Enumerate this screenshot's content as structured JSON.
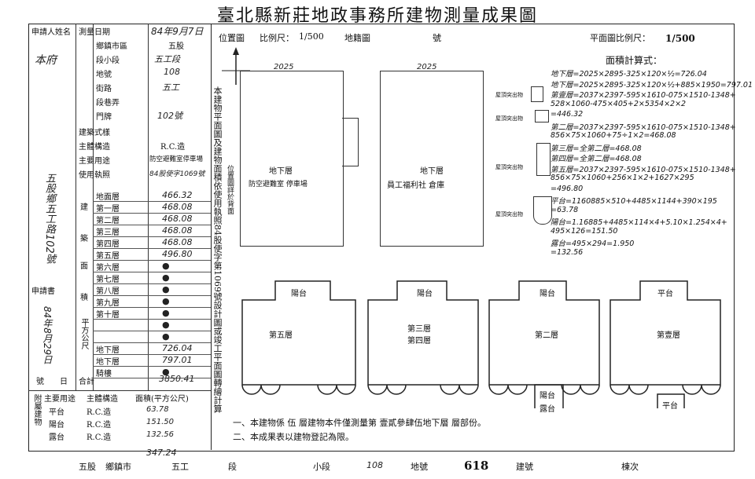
{
  "title": "臺北縣新莊地政事務所建物測量成果圖",
  "header": {
    "position_map": "位置圖",
    "scale_label": "比例尺：",
    "scale_value": "1/500",
    "cadastral": "地籍圖",
    "number": "號",
    "floor_scale_label": "平面圖比例尺：",
    "floor_scale_value": "1/500",
    "area_calc_title": "面積計算式："
  },
  "form": {
    "applicant_label": "申請人姓名",
    "applicant_value": "本府",
    "survey_date_label": "測量日期",
    "survey_date_value": "84年9月7日",
    "township_label": "鄉鎮市區",
    "township_value": "五股",
    "section_label": "段小段",
    "section_value": "五工段",
    "lot_label": "地號",
    "lot_value": "108",
    "street_label": "街路",
    "street_value": "五工",
    "lane_label": "段巷弄",
    "door_label": "門牌",
    "door_value": "102號",
    "construction_label": "建築式樣",
    "structure_label": "主體構造",
    "structure_value": "R.C.造",
    "use_label": "主要用途",
    "use_value": "防空避難室停車場",
    "license_label": "使用執照",
    "license_value": "84股使字1069號",
    "address_value": "五股鄉五工路102號",
    "floors": [
      {
        "name": "地面層",
        "value": "466.32"
      },
      {
        "name": "第一層",
        "value": "468.08"
      },
      {
        "name": "第二層",
        "value": "468.08"
      },
      {
        "name": "第三層",
        "value": "468.08"
      },
      {
        "name": "第四層",
        "value": "468.08"
      },
      {
        "name": "第五層",
        "value": "496.80"
      },
      {
        "name": "第六層",
        "value": "●"
      },
      {
        "name": "第七層",
        "value": "●"
      },
      {
        "name": "第八層",
        "value": "●"
      },
      {
        "name": "第九層",
        "value": "●"
      },
      {
        "name": "第十層",
        "value": "●"
      },
      {
        "name": "",
        "value": "●"
      },
      {
        "name": "",
        "value": "●"
      },
      {
        "name": "地下層",
        "value": "726.04"
      },
      {
        "name": "地下層",
        "value": "797.01"
      },
      {
        "name": "騎樓",
        "value": "●"
      }
    ],
    "total_label": "合計",
    "total_value": "3850.41",
    "apply_label": "申請書",
    "apply_date": "84年8月29日",
    "sub_headers": [
      "主要用途",
      "主體構造",
      "面積(平方公尺)"
    ],
    "attached": [
      {
        "use": "平台",
        "struct": "R.C.造",
        "area": "63.78"
      },
      {
        "use": "陽台",
        "struct": "R.C.造",
        "area": "151.50"
      },
      {
        "use": "露台",
        "struct": "R.C.造",
        "area": "132.56"
      }
    ],
    "attached_total": "347.24",
    "vertical_labels": {
      "building": "建",
      "building2": "築",
      "area": "面",
      "area2": "積",
      "unit": "平方公尺",
      "attached": "附屬建物",
      "number": "號",
      "day": "日"
    }
  },
  "side_note": "本建物平面圖及建物面積依使用執照84股使字第1069號設計圖或竣工平面圖轉繪計算",
  "plans": {
    "basement_left": "地下層",
    "basement_left_sub": "防空避難室 停車場",
    "basement_right": "地下層",
    "basement_right_sub": "員工福利社 倉庫",
    "position_note": "位置圖詳於背面",
    "dim_top_left": "2025",
    "dim_top_right": "2025",
    "floor5": "第五層",
    "floor34": "第三層 第四層",
    "floor2": "第二層",
    "floor1": "第壹層",
    "balcony": "陽台",
    "platform": "平台",
    "terrace": "露台"
  },
  "calc_lines": [
    "地下層=2025×2895-325×120×½=726.04",
    "地下層=2025×2895-325×120×½+885×1950=797.01",
    "第壹層=2037×2397-595×1610-075×1510-1348+",
    "      528×1060-475×405+2×5354×2×2",
    "      =446.32",
    "第二層=2037×2397-595×1610-075×1510-1348+",
    "      856×75×1060+75÷1×2=468.08",
    "第三層=全第二層=468.08",
    "第四層=全第二層=468.08",
    "第五層=2037×2397-595×1610-075×1510-1348+",
    "      856×75×1060+256×1×2+1627×295",
    "      =496.80",
    "平台=1160885×510+4485×1144+390×195",
    "      =63.78",
    "陽台=1.16885+4485×114×4+5.10×1.254×4+",
    "      495×126=151.50",
    "露台=495×294=1.950",
    "      =132.56"
  ],
  "roof_labels": [
    "屋頂突出物",
    "屋頂突出物",
    "屋頂突出物",
    "屋頂突出物"
  ],
  "notes": [
    "一、本建物係 伍 層建物本件僅測量第 壹貳參肆伍地下層 層部份。",
    "二、本成果表以建物登記為限。"
  ],
  "footer": {
    "town": "五股",
    "town_label": "鄉鎮市",
    "section": "五工",
    "section_label": "段",
    "subsection_label": "小段",
    "lot": "108",
    "lot_label": "地號",
    "building_no": "618",
    "building_label": "建號",
    "unit_label": "棟次"
  }
}
